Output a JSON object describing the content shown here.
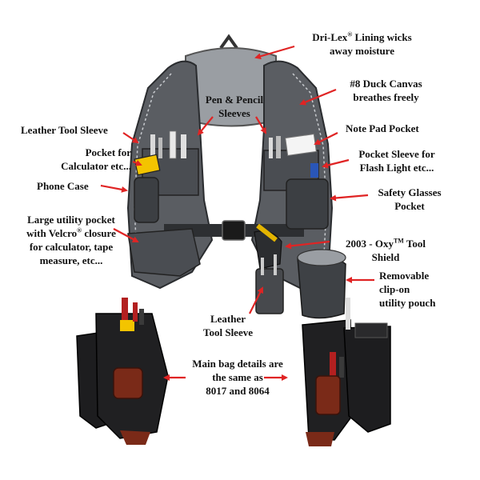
{
  "labels": {
    "drilex_1": "Dri-Lex",
    "drilex_sup": "®",
    "drilex_2": " Lining wicks",
    "drilex_3": "away moisture",
    "duck_1": "#8 Duck Canvas",
    "duck_2": "breathes freely",
    "pen_1": "Pen & Pencil",
    "pen_2": "Sleeves",
    "leather_sleeve_top": "Leather Tool Sleeve",
    "notepad": "Note Pad Pocket",
    "calc_1": "Pocket for",
    "calc_2": "Calculator etc...",
    "flash_1": "Pocket Sleeve  for",
    "flash_2": "Flash Light etc...",
    "phone": "Phone Case",
    "glasses_1": "Safety Glasses",
    "glasses_2": "Pocket",
    "large_1": "Large utility pocket",
    "large_2a": "with Velcro",
    "large_2sup": "®",
    "large_2b": " closure",
    "large_3": "for calculator, tape",
    "large_4": "measure, etc...",
    "oxy_1a": "2003 - Oxy",
    "oxy_1sup": "TM",
    "oxy_1b": " Tool",
    "oxy_2": "Shield",
    "removable_1": "Removable",
    "removable_2": "clip-on",
    "removable_3": "utility pouch",
    "leather_bottom_1": "Leather",
    "leather_bottom_2": "Tool Sleeve",
    "main_1": "Main bag details are",
    "main_2": "the same as",
    "main_3": "8017 and 8064"
  },
  "colors": {
    "arrow": "#e02424",
    "vest": "#5a5d62",
    "vest_dark": "#3e4145",
    "lining": "#9a9ea3",
    "stitch": "#c8cbcf",
    "bag": "#1d1d1f",
    "leather": "#7a2a18"
  }
}
